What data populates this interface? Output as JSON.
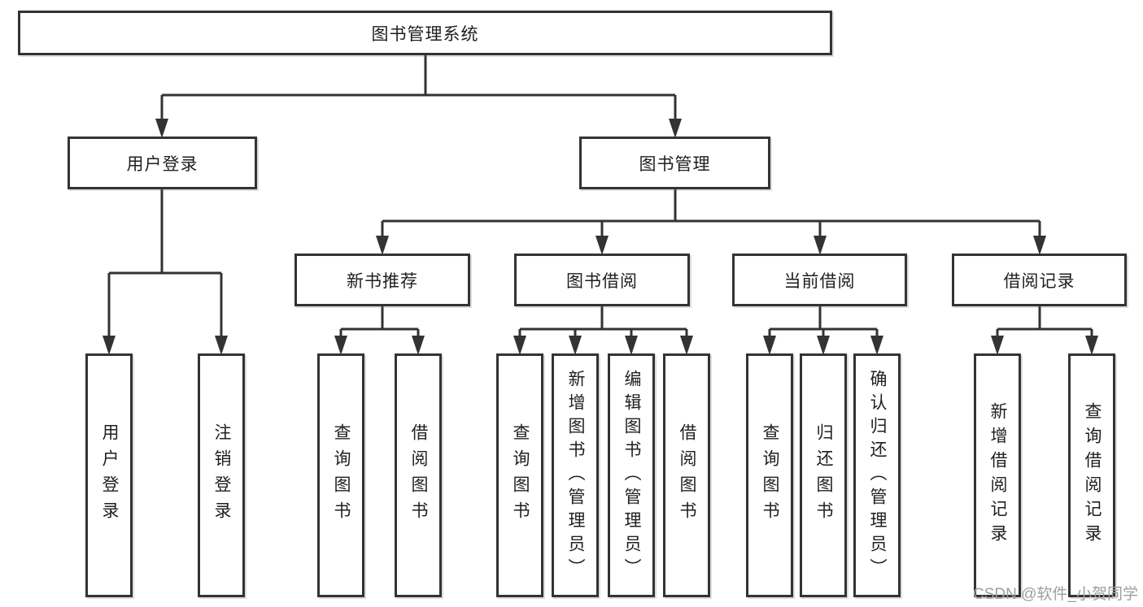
{
  "diagram": {
    "root": "图书管理系统",
    "level2": {
      "user_login": "用户登录",
      "book_management": "图书管理"
    },
    "level3": {
      "new_book_recommend": "新书推荐",
      "book_borrow": "图书借阅",
      "current_borrow": "当前借阅",
      "borrow_records": "借阅记录"
    },
    "leaves": {
      "user_login": [
        "用户登录",
        "注销登录"
      ],
      "new_book_recommend": [
        "查询图书",
        "借阅图书"
      ],
      "book_borrow": [
        "查询图书",
        "新增图书（管理员）",
        "编辑图书（管理员）",
        "借阅图书"
      ],
      "current_borrow": [
        "查询图书",
        "归还图书",
        "确认归还（管理员）"
      ],
      "borrow_records": [
        "新增借阅记录",
        "查询借阅记录"
      ]
    }
  },
  "watermark": "CSDN @软件_小贺同学",
  "colors": {
    "line": "#333333",
    "text": "#1f1f1f",
    "watermark": "#9e9e9e",
    "background": "#ffffff"
  }
}
